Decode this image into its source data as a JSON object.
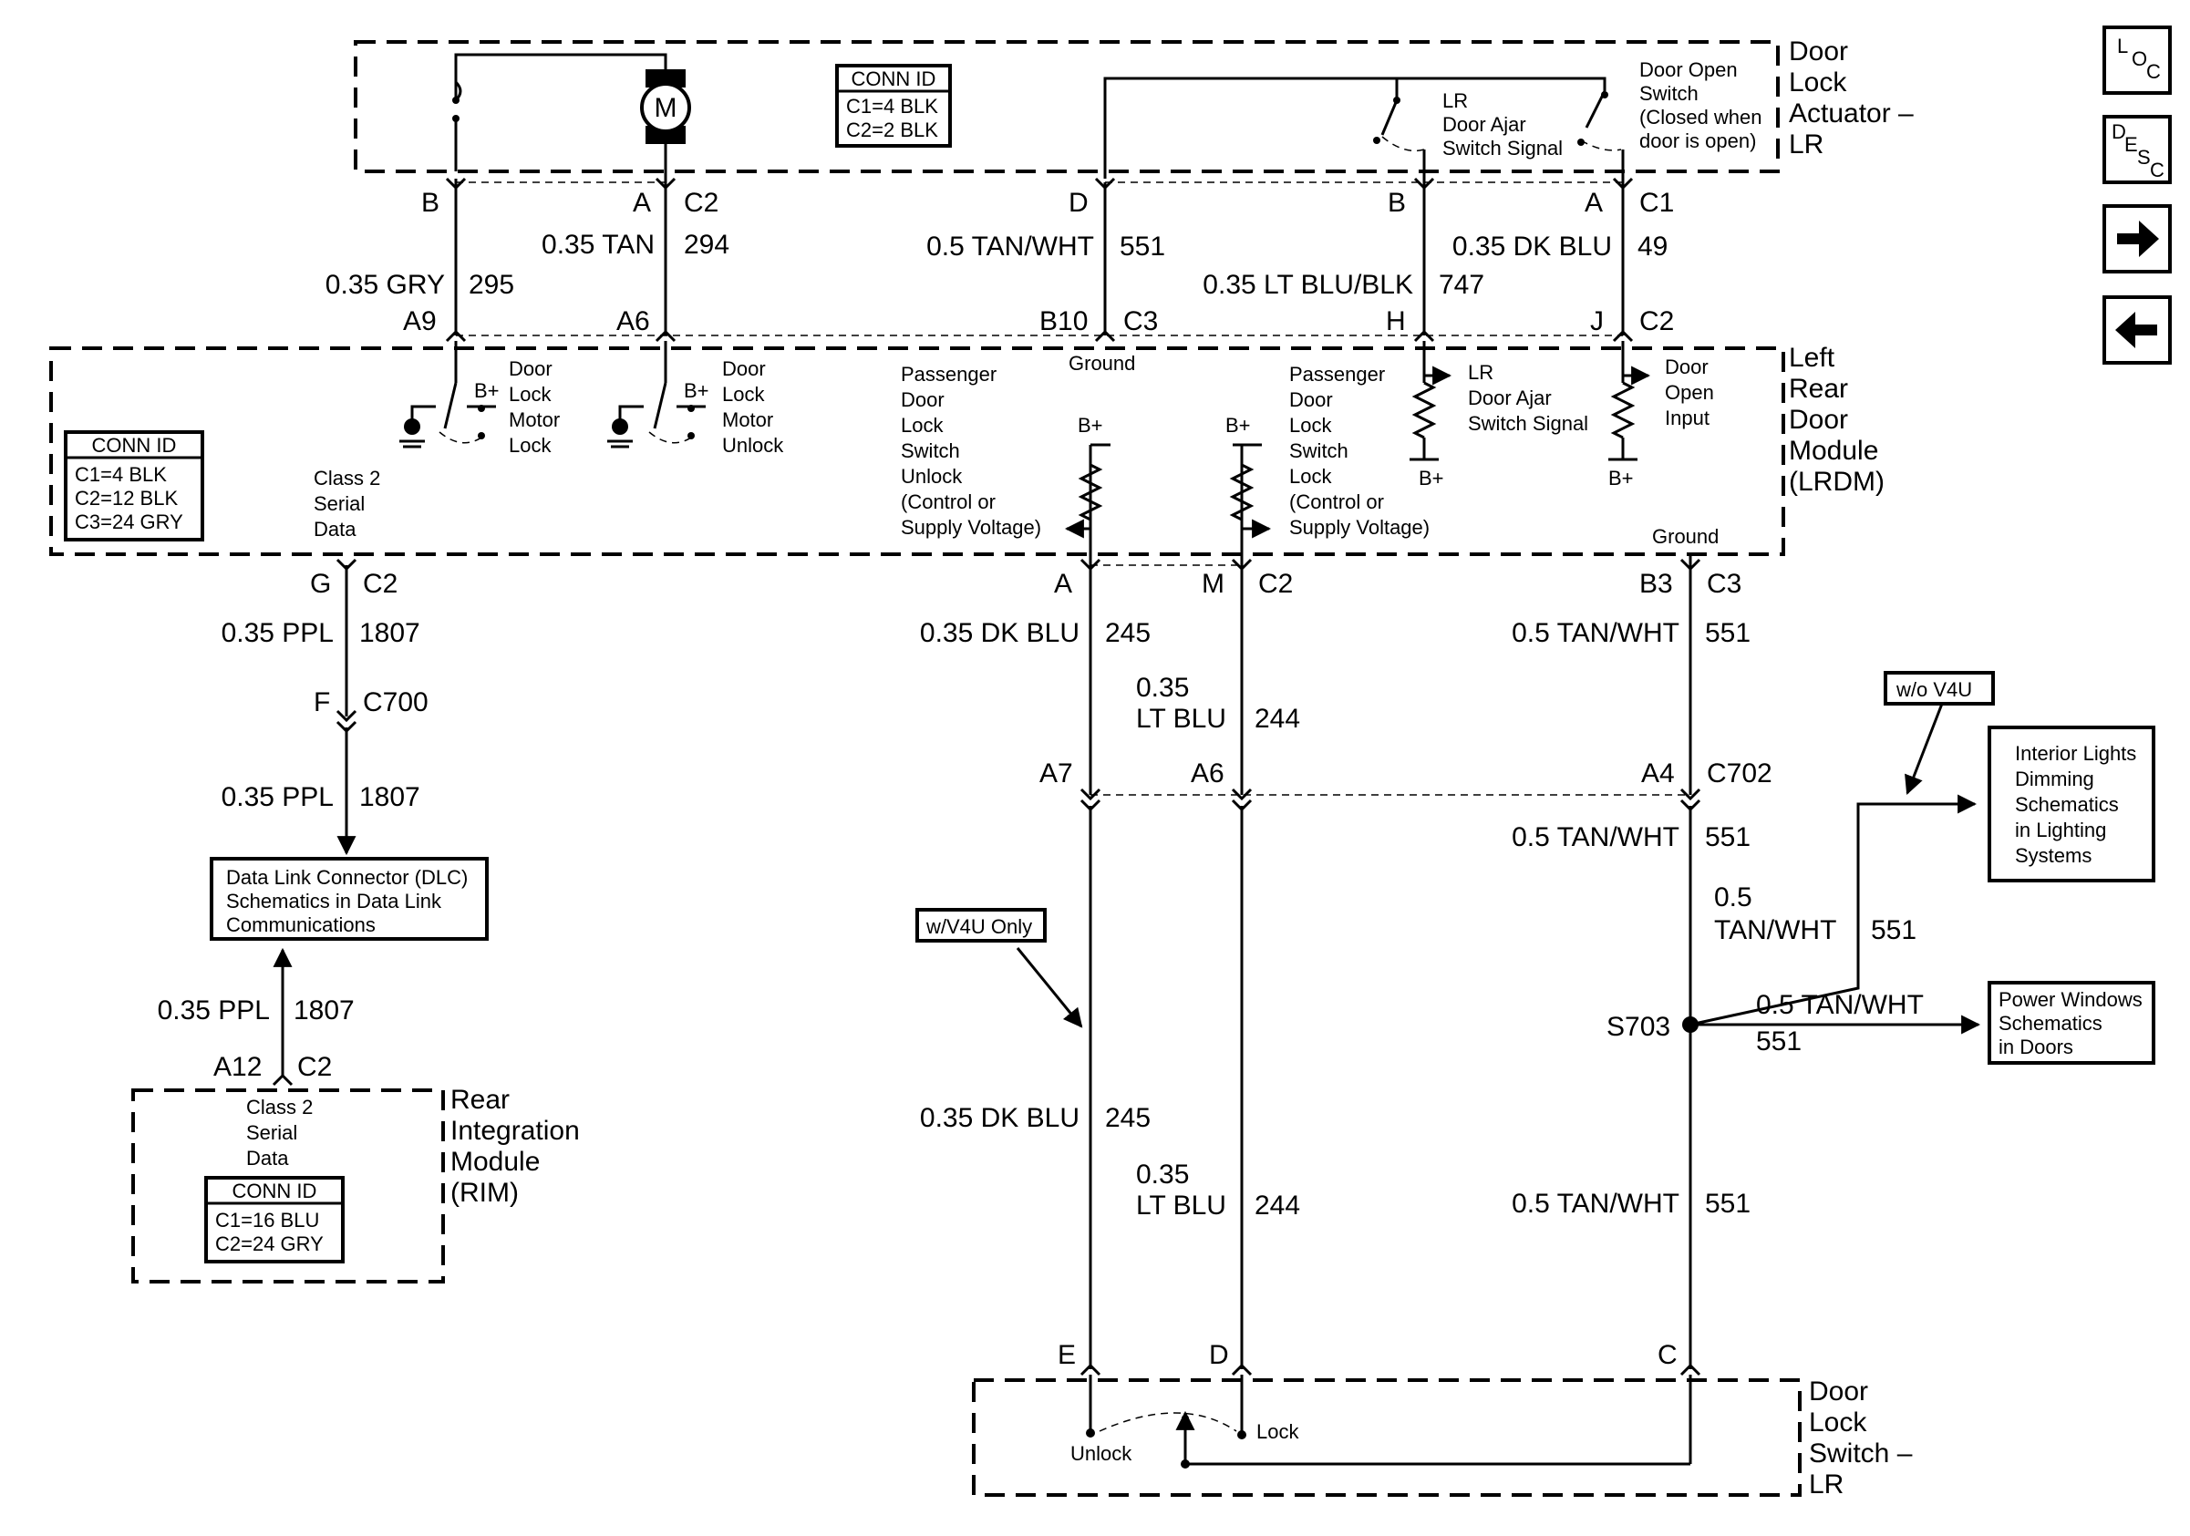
{
  "components": {
    "actuator": {
      "title": [
        "Door",
        "Lock",
        "Actuator –",
        "LR"
      ],
      "motor": "M",
      "conn_id": {
        "header": "CONN ID",
        "rows": [
          "C1=4 BLK",
          "C2=2 BLK"
        ]
      },
      "lr_ajar": [
        "LR",
        "Door Ajar",
        "Switch Signal"
      ],
      "open_switch": [
        "Door Open",
        "Switch",
        "(Closed when",
        "door is open)"
      ]
    },
    "lrdm": {
      "title": [
        "Left",
        "Rear",
        "Door",
        "Module",
        "(LRDM)"
      ],
      "conn_id": {
        "header": "CONN ID",
        "rows": [
          "C1=4 BLK",
          "C2=12 BLK",
          "C3=24 GRY"
        ]
      },
      "class2": [
        "Class 2",
        "Serial",
        "Data"
      ],
      "motor_lock": [
        "Door",
        "Lock",
        "Motor",
        "Lock"
      ],
      "motor_unlock": [
        "Door",
        "Lock",
        "Motor",
        "Unlock"
      ],
      "pass_unlock": [
        "Passenger",
        "Door",
        "Lock",
        "Switch",
        "Unlock",
        "(Control or",
        "Supply Voltage)"
      ],
      "pass_lock": [
        "Passenger",
        "Door",
        "Lock",
        "Switch",
        "Lock",
        "(Control or",
        "Supply Voltage)"
      ],
      "lr_ajar": [
        "LR",
        "Door Ajar",
        "Switch Signal"
      ],
      "open_input": [
        "Door",
        "Open",
        "Input"
      ],
      "ground_top": "Ground",
      "ground_bottom": "Ground",
      "bplus": "B+"
    },
    "rim": {
      "title": [
        "Rear",
        "Integration",
        "Module",
        "(RIM)"
      ],
      "class2": [
        "Class 2",
        "Serial",
        "Data"
      ],
      "conn_id": {
        "header": "CONN ID",
        "rows": [
          "C1=16 BLU",
          "C2=24 GRY"
        ]
      }
    },
    "dlc": [
      "Data Link Connector (DLC)",
      "Schematics in Data Link",
      "Communications"
    ],
    "interior": [
      "Interior Lights",
      "Dimming",
      "Schematics",
      "in Lighting",
      "Systems"
    ],
    "power_windows": [
      "Power Windows",
      "Schematics",
      "in Doors"
    ],
    "lock_switch": {
      "title": [
        "Door",
        "Lock",
        "Switch –",
        "LR"
      ],
      "unlock": "Unlock",
      "lock": "Lock"
    },
    "notes": {
      "wv4u": "w/V4U Only",
      "wov4u": "w/o V4U"
    },
    "splice": "S703"
  },
  "pins": {
    "act_B": "B",
    "act_A": "A",
    "act_C2": "C2",
    "act_D": "D",
    "act_B2": "B",
    "act_A2": "A",
    "act_C1": "C1",
    "m_A9": "A9",
    "m_A6": "A6",
    "m_B10": "B10",
    "m_C3": "C3",
    "m_H": "H",
    "m_J": "J",
    "m_C2": "C2",
    "m_G": "G",
    "m_C2b": "C2",
    "m_A": "A",
    "m_M": "M",
    "m_C2c": "C2",
    "m_B3": "B3",
    "m_C3b": "C3",
    "c700_F": "F",
    "c700": "C700",
    "c702_A7": "A7",
    "c702_A6": "A6",
    "c702_A4": "A4",
    "c702": "C702",
    "rim_A12": "A12",
    "rim_C2": "C2",
    "sw_E": "E",
    "sw_D": "D",
    "sw_C": "C"
  },
  "wires": {
    "gry": {
      "gauge": "0.35 GRY",
      "circuit": "295"
    },
    "tan": {
      "gauge": "0.35 TAN",
      "circuit": "294"
    },
    "tanwht_top": {
      "gauge": "0.5 TAN/WHT",
      "circuit": "551"
    },
    "ltblublk": {
      "gauge": "0.35 LT BLU/BLK",
      "circuit": "747"
    },
    "dkblu_top": {
      "gauge": "0.35 DK BLU",
      "circuit": "49"
    },
    "ppl1": {
      "gauge": "0.35 PPL",
      "circuit": "1807"
    },
    "ppl2": {
      "gauge": "0.35 PPL",
      "circuit": "1807"
    },
    "ppl3": {
      "gauge": "0.35 PPL",
      "circuit": "1807"
    },
    "dkblu1": {
      "gauge": "0.35 DK BLU",
      "circuit": "245"
    },
    "dkblu2": {
      "gauge": "0.35 DK BLU",
      "circuit": "245"
    },
    "ltblu1": {
      "gauge": [
        "0.35",
        "LT BLU"
      ],
      "circuit": "244"
    },
    "ltblu2": {
      "gauge": [
        "0.35",
        "LT BLU"
      ],
      "circuit": "244"
    },
    "tw1": {
      "gauge": "0.5 TAN/WHT",
      "circuit": "551"
    },
    "tw2": {
      "gauge": "0.5 TAN/WHT",
      "circuit": "551"
    },
    "tw3": {
      "gauge": [
        "0.5",
        "TAN/WHT"
      ],
      "circuit": "551"
    },
    "tw4": {
      "gauge": "0.5 TAN/WHT",
      "circuit": "551"
    },
    "tw5": {
      "gauge": "0.5 TAN/WHT",
      "circuit": "551"
    }
  },
  "nav": {
    "loc": [
      "L",
      "O",
      "C"
    ],
    "desc": [
      "D",
      "E",
      "S",
      "C"
    ],
    "forward_icon": "arrow-right-icon",
    "back_icon": "arrow-left-icon"
  }
}
